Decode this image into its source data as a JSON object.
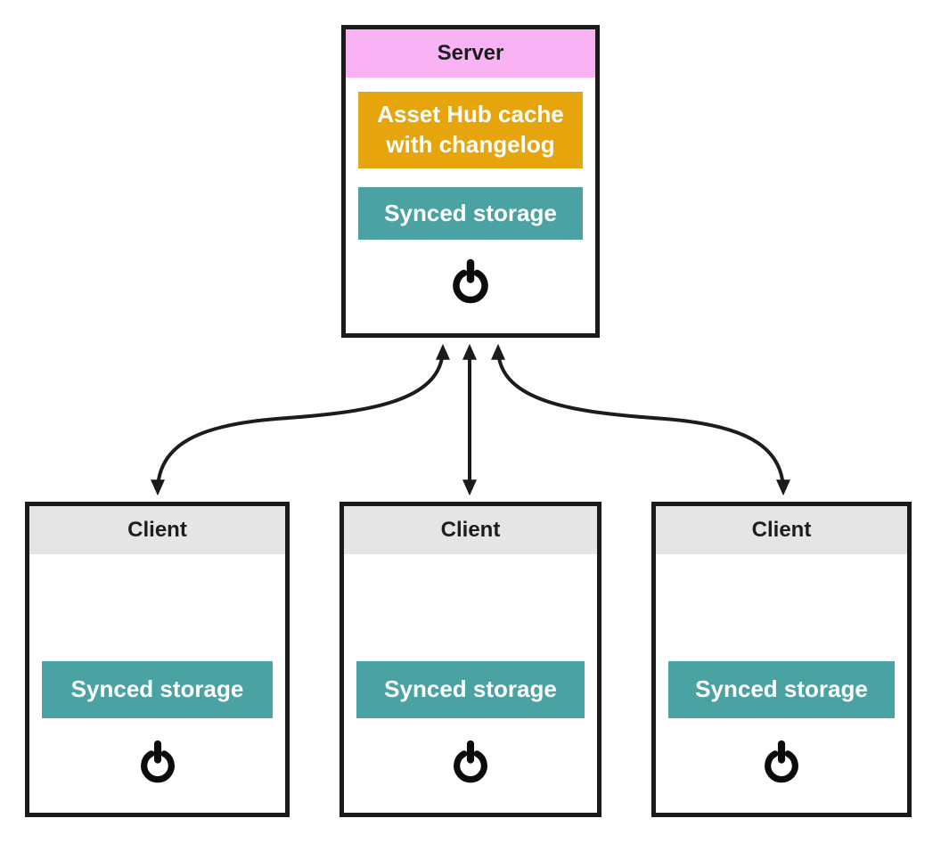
{
  "diagram": {
    "server": {
      "title": "Server",
      "header_color": "#f9b2f4",
      "blocks": [
        {
          "label": "Asset Hub cache with changelog",
          "color": "#e6a50c"
        },
        {
          "label": "Synced storage",
          "color": "#4aa2a2"
        }
      ],
      "icon": "power-icon"
    },
    "clients": [
      {
        "title": "Client",
        "header_color": "#e5e5e5",
        "blocks": [
          {
            "label": "Synced storage",
            "color": "#4aa2a2"
          }
        ],
        "icon": "power-icon"
      },
      {
        "title": "Client",
        "header_color": "#e5e5e5",
        "blocks": [
          {
            "label": "Synced storage",
            "color": "#4aa2a2"
          }
        ],
        "icon": "power-icon"
      },
      {
        "title": "Client",
        "header_color": "#e5e5e5",
        "blocks": [
          {
            "label": "Synced storage",
            "color": "#4aa2a2"
          }
        ],
        "icon": "power-icon"
      }
    ],
    "connections": [
      {
        "from": "server",
        "to": "client-left",
        "bidirectional": true,
        "shape": "curved"
      },
      {
        "from": "server",
        "to": "client-middle",
        "bidirectional": true,
        "shape": "straight"
      },
      {
        "from": "server",
        "to": "client-right",
        "bidirectional": true,
        "shape": "curved"
      }
    ],
    "colors": {
      "border": "#1b1b1b",
      "arrow": "#1c1c1c",
      "header_text": "#1d1d1d",
      "block_text": "#ffffff",
      "background": "#ffffff"
    }
  }
}
